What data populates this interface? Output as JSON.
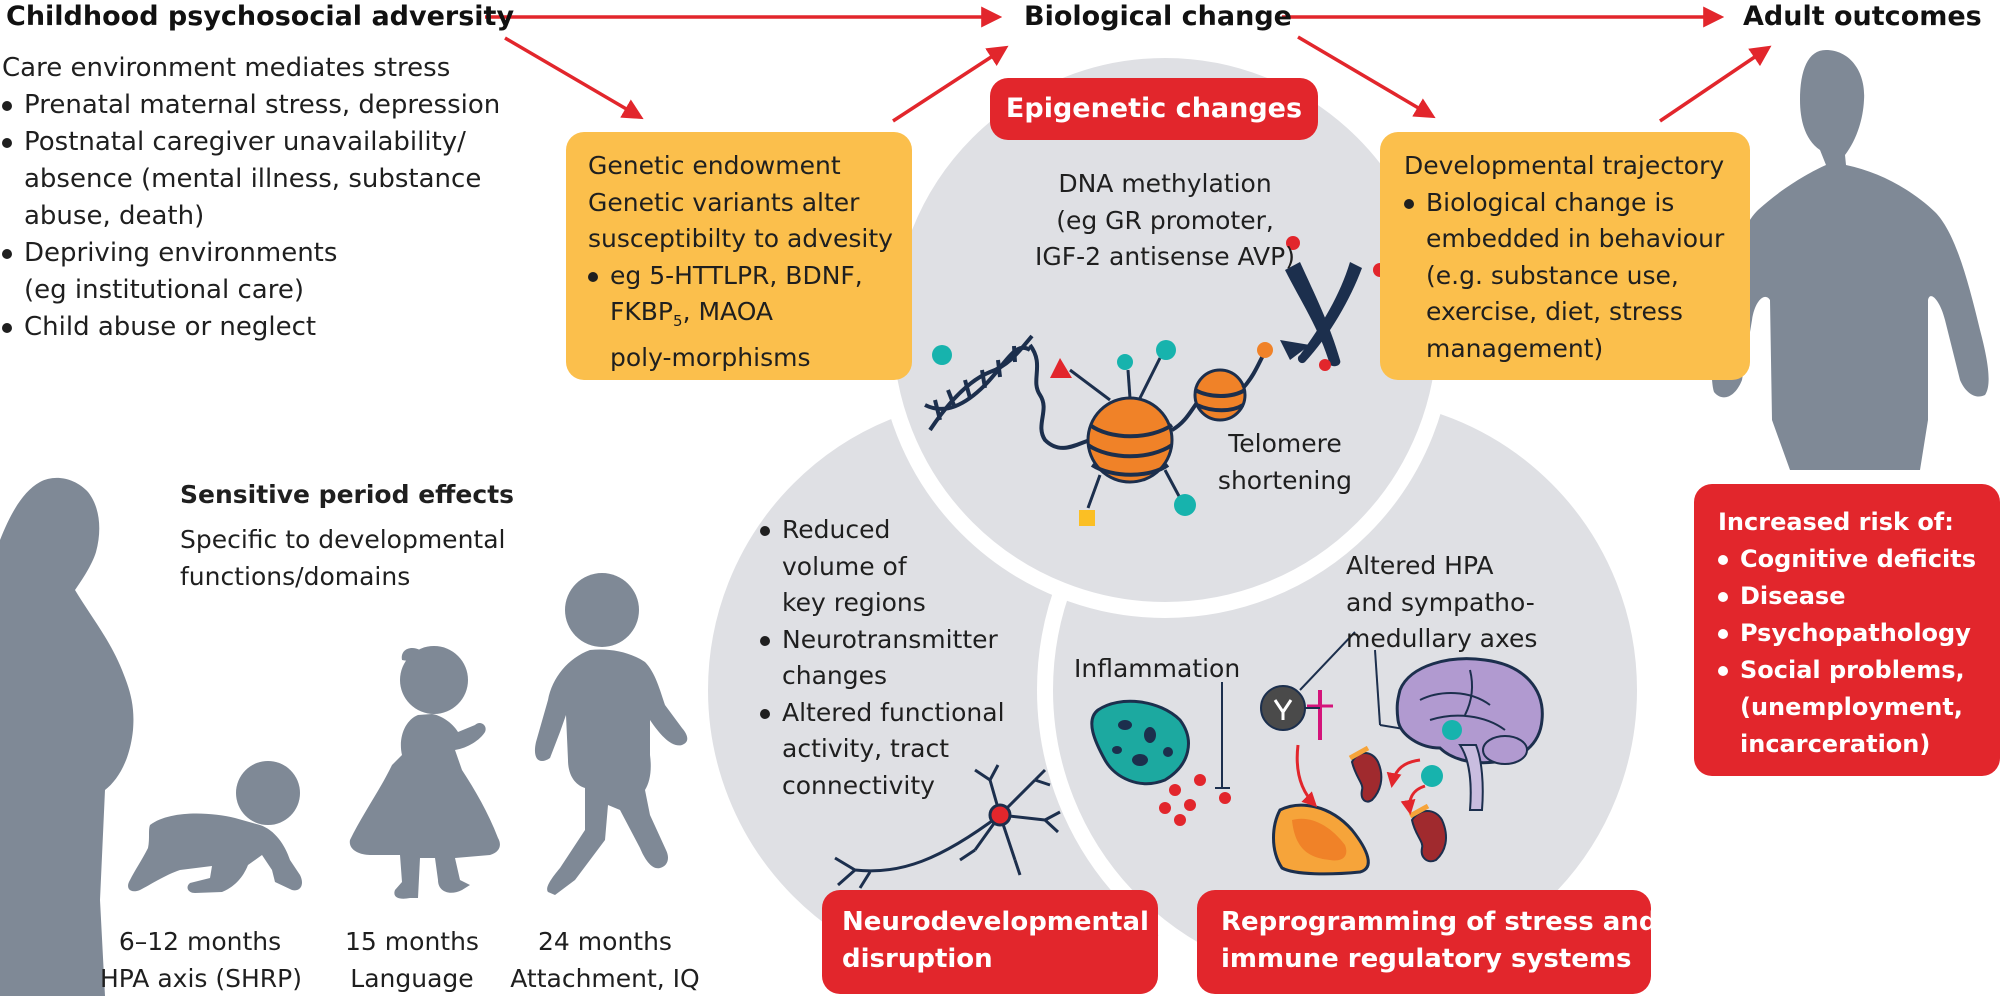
{
  "headers": {
    "adversity": "Childhood psychosocial adversity",
    "biological": "Biological change",
    "adult": "Adult outcomes"
  },
  "adversity_list": {
    "intro": "Care environment mediates stress",
    "items": [
      {
        "lines": [
          "Prenatal maternal stress, depression"
        ]
      },
      {
        "lines": [
          "Postnatal caregiver unavailability/",
          "absence (mental illness, substance",
          "abuse, death)"
        ]
      },
      {
        "lines": [
          "Depriving environments",
          "(eg institutional care)"
        ]
      },
      {
        "lines": [
          "Child abuse or neglect"
        ]
      }
    ]
  },
  "genetic_box": {
    "line1": "Genetic endowment",
    "line2": "Genetic variants alter",
    "line3": "susceptibilty to advesity",
    "bullet_line1": "eg 5-HTTLPR, BDNF,",
    "bullet_line2_pre": "FKBP",
    "bullet_line2_sub": "5",
    "bullet_line2_post": ", MAOA",
    "bullet_line3": "poly-morphisms"
  },
  "developmental_box": {
    "title": "Developmental trajectory",
    "bullet_lines": [
      "Biological change is",
      "embedded in behaviour",
      "(e.g. substance use,",
      "exercise, diet, stress",
      "management)"
    ]
  },
  "epigenetic": {
    "label": "Epigenetic changes",
    "methylation_lines": [
      "DNA methylation",
      "(eg GR promoter,",
      "IGF-2 antisense AVP)"
    ],
    "telomere_lines": [
      "Telomere",
      "shortening"
    ]
  },
  "neuro": {
    "items": [
      {
        "lines": [
          "Reduced",
          "volume of",
          "key regions"
        ]
      },
      {
        "lines": [
          "Neurotransmitter",
          "changes"
        ]
      },
      {
        "lines": [
          "Altered functional",
          "activity, tract",
          "connectivity"
        ]
      }
    ],
    "label_lines": [
      "Neurodevelopmental",
      "disruption"
    ]
  },
  "stress": {
    "inflammation": "Inflammation",
    "hpa_lines": [
      "Altered HPA",
      "and sympatho-",
      "medullary axes"
    ],
    "label_lines": [
      "Reprogramming of stress and",
      "immune regulatory systems"
    ]
  },
  "sensitive": {
    "title": "Sensitive period effects",
    "desc_lines": [
      "Specific to developmental",
      "functions/domains"
    ],
    "ages": [
      {
        "age": "6–12 months",
        "domain": "HPA axis (SHRP)"
      },
      {
        "age": "15 months",
        "domain": "Language"
      },
      {
        "age": "24 months",
        "domain": "Attachment, IQ"
      }
    ]
  },
  "risk": {
    "title": "Increased risk of:",
    "items": [
      {
        "lines": [
          "Cognitive deficits"
        ]
      },
      {
        "lines": [
          "Disease"
        ]
      },
      {
        "lines": [
          "Psychopathology"
        ]
      },
      {
        "lines": [
          "Social problems,",
          "(unemployment,",
          "incarceration)"
        ]
      }
    ]
  },
  "colors": {
    "arrow": "#e2262c",
    "orange_box": "#fbbf4c",
    "red_box": "#e2262c",
    "circle": "#dfe0e4",
    "silhouette": "#7f8996",
    "navy": "#1c2f4d",
    "orange_node": "#f08228",
    "teal": "#17b3ad"
  }
}
